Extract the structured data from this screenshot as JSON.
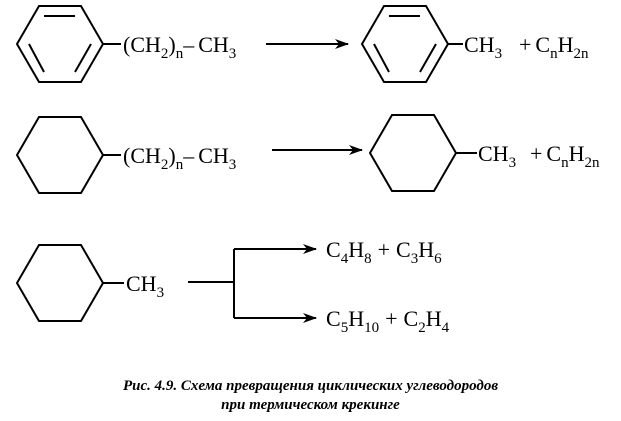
{
  "reactions": [
    {
      "reactant": {
        "ring": "benzene",
        "chain": {
          "group_open": "(CH",
          "group_sub": "2",
          "group_close": ")",
          "repeat": "n",
          "bond": "–",
          "end": "CH",
          "end_sub": "3"
        }
      },
      "product": {
        "ring": "benzene",
        "group": "CH",
        "group_sub": "3",
        "plus": "+",
        "alkene": {
          "c": "C",
          "c_sub": "n",
          "h": "H",
          "h_sub": "2n"
        }
      }
    },
    {
      "reactant": {
        "ring": "cyclohexane",
        "chain": {
          "group_open": "(CH",
          "group_sub": "2",
          "group_close": ")",
          "repeat": "n",
          "bond": "–",
          "end": "CH",
          "end_sub": "3"
        }
      },
      "product": {
        "ring": "cyclohexane",
        "group": "CH",
        "group_sub": "3",
        "plus": "+",
        "alkene": {
          "c": "C",
          "c_sub": "n",
          "h": "H",
          "h_sub": "2n"
        }
      }
    },
    {
      "reactant": {
        "ring": "cyclohexane",
        "group": "CH",
        "group_sub": "3"
      },
      "branches": [
        {
          "a": "C",
          "a_sub": "4",
          "b": "H",
          "b_sub": "8",
          "plus": "+",
          "c": "C",
          "c_sub": "3",
          "d": "H",
          "d_sub": "6"
        },
        {
          "a": "C",
          "a_sub": "5",
          "b": "H",
          "b_sub": "10",
          "plus": "+",
          "c": "C",
          "c_sub": "2",
          "d": "H",
          "d_sub": "4"
        }
      ]
    }
  ],
  "caption": {
    "line1": "Рис. 4.9. Схема превращения циклических углеводородов",
    "line2": "при термическом крекинге"
  }
}
